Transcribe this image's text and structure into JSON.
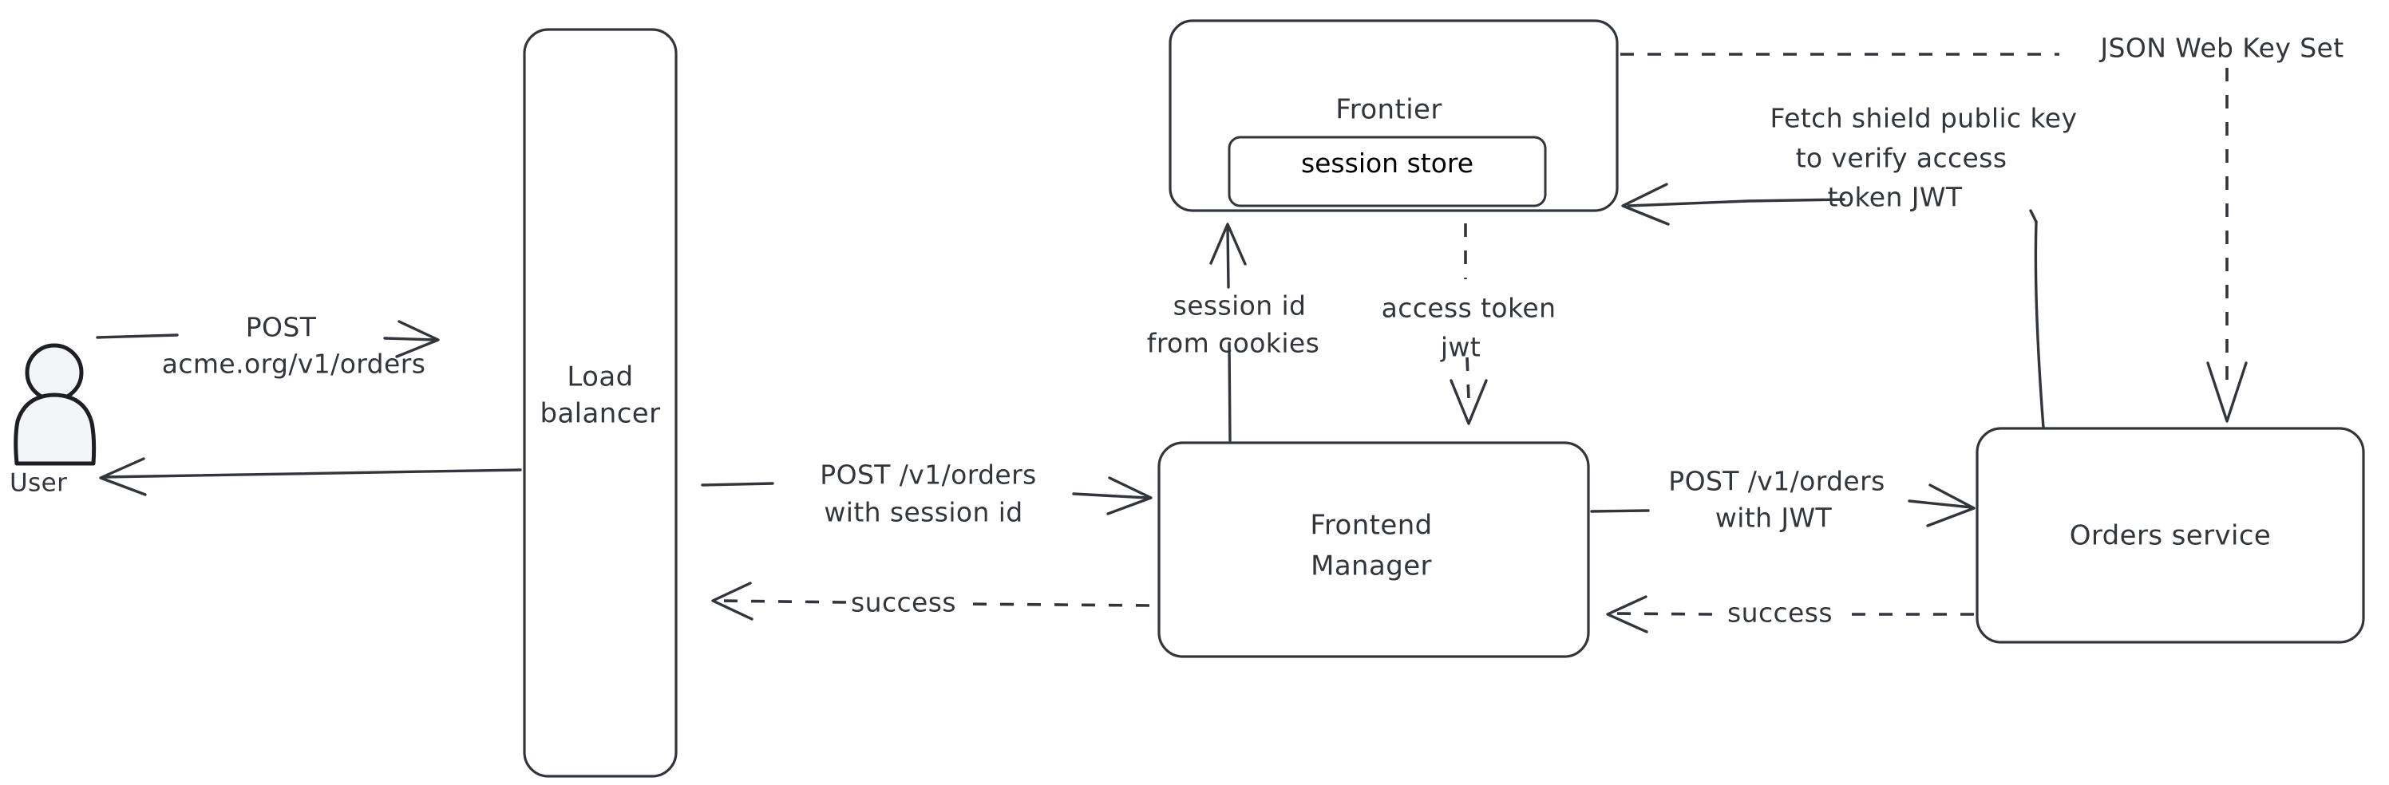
{
  "diagram": {
    "title": "Request flow with session store and JWT verification",
    "ink_color": "#31363d",
    "background_color": "#ffffff",
    "actor": {
      "name": "user-actor",
      "label": "User"
    },
    "nodes": [
      {
        "id": "load-balancer",
        "label_line1": "Load",
        "label_line2": "balancer"
      },
      {
        "id": "frontier",
        "label_line1": "Frontier",
        "label_line2": ""
      },
      {
        "id": "session-store",
        "label_line1": "session store",
        "label_line2": ""
      },
      {
        "id": "frontend-manager",
        "label_line1": "Frontend",
        "label_line2": "Manager"
      },
      {
        "id": "orders-service",
        "label_line1": "Orders service",
        "label_line2": ""
      }
    ],
    "edges": [
      {
        "id": "user-to-lb",
        "style": "solid",
        "line1": "POST",
        "line2": "acme.org/v1/orders"
      },
      {
        "id": "lb-to-user",
        "style": "solid",
        "line1": "",
        "line2": ""
      },
      {
        "id": "lb-to-fm",
        "style": "solid",
        "line1": "POST /v1/orders",
        "line2": "with session id"
      },
      {
        "id": "fm-to-lb-success",
        "style": "dashed",
        "line1": "success",
        "line2": ""
      },
      {
        "id": "fm-to-frontier",
        "style": "solid",
        "line1": "session id",
        "line2": "from cookies"
      },
      {
        "id": "frontier-to-fm",
        "style": "dashed",
        "line1": "access token",
        "line2": "jwt"
      },
      {
        "id": "fm-to-orders",
        "style": "solid",
        "line1": "POST /v1/orders",
        "line2": "with JWT"
      },
      {
        "id": "orders-to-fm-success",
        "style": "dashed",
        "line1": "success",
        "line2": ""
      },
      {
        "id": "orders-to-frontier-fetch",
        "style": "solid",
        "line1": "Fetch shield public key",
        "line2": "to verify access",
        "line3": "token JWT"
      },
      {
        "id": "frontier-to-orders-jwks",
        "style": "dashed",
        "line1": "JSON Web Key Set",
        "line2": ""
      }
    ]
  }
}
